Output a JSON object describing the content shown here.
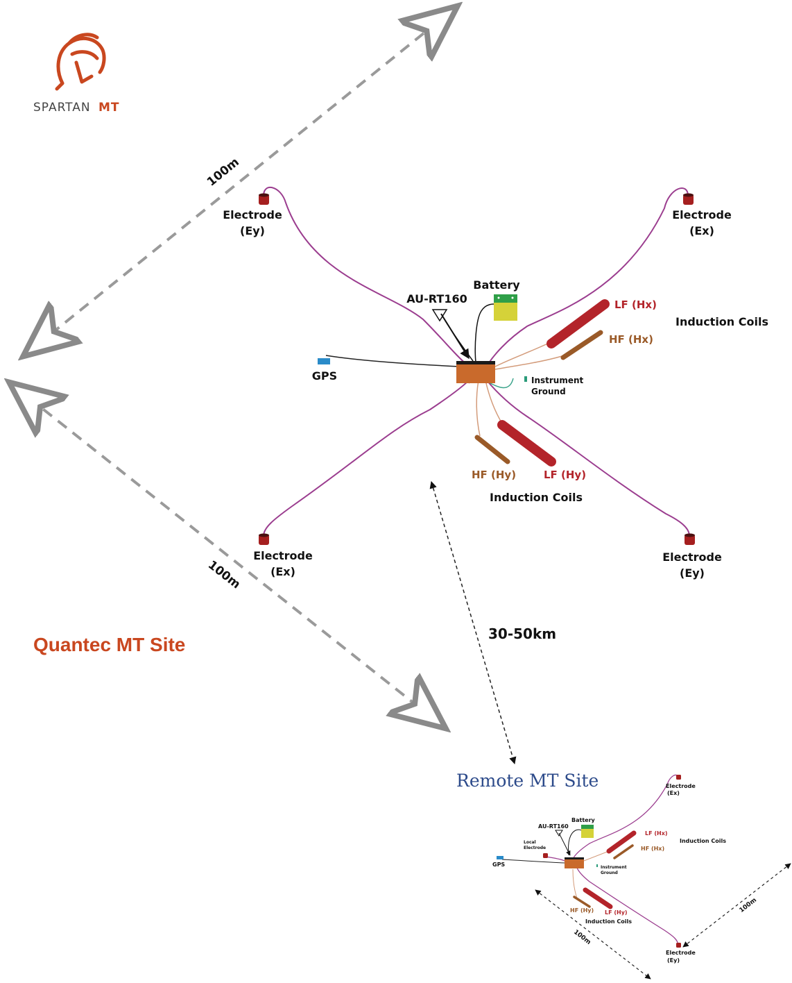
{
  "logo": {
    "brand_word": "SPARTAN",
    "brand_accent": "MT",
    "icon": "spartan-helmet-icon"
  },
  "main_site": {
    "title": "Quantec MT Site",
    "distance_x": "100m",
    "distance_y": "100m",
    "electrode_ey_top": {
      "line1": "Electrode",
      "line2": "(Ey)"
    },
    "electrode_ex_top": {
      "line1": "Electrode",
      "line2": "(Ex)"
    },
    "electrode_ex_bottom": {
      "line1": "Electrode",
      "line2": "(Ex)"
    },
    "electrode_ey_bottom": {
      "line1": "Electrode",
      "line2": "(Ey)"
    },
    "battery": "Battery",
    "receiver": "AU-RT160",
    "gps": "GPS",
    "ground": {
      "line1": "Instrument",
      "line2": "Ground"
    },
    "lf_hx": "LF (Hx)",
    "hf_hx": "HF (Hx)",
    "lf_hy": "LF (Hy)",
    "hf_hy": "HF (Hy)",
    "coils_top": "Induction Coils",
    "coils_bottom": "Induction Coils"
  },
  "link": {
    "distance": "30-50km"
  },
  "remote_site": {
    "title": "Remote MT Site",
    "electrode_ex": {
      "line1": "Electrode",
      "line2": "(Ex)"
    },
    "electrode_ey": {
      "line1": "Electrode",
      "line2": "(Ey)"
    },
    "local_electrode": {
      "line1": "Local",
      "line2": "Electrode"
    },
    "battery": "Battery",
    "receiver": "AU-RT160",
    "gps": "GPS",
    "ground": {
      "line1": "Instrument",
      "line2": "Ground"
    },
    "lf_hx": "LF (Hx)",
    "hf_hx": "HF (Hx)",
    "lf_hy": "LF (Hy)",
    "hf_hy": "HF (Hy)",
    "coils_right": "Induction Coils",
    "coils_bottom": "Induction Coils",
    "distance_a": "100m",
    "distance_b": "100m"
  },
  "colors": {
    "brand": "#c9471f",
    "wire": "#9b3d8f",
    "coil_lf": "#b3242a",
    "coil_hf": "#9a5a28",
    "remote_title": "#2c4a8a",
    "dashed": "#9a9a9a"
  }
}
